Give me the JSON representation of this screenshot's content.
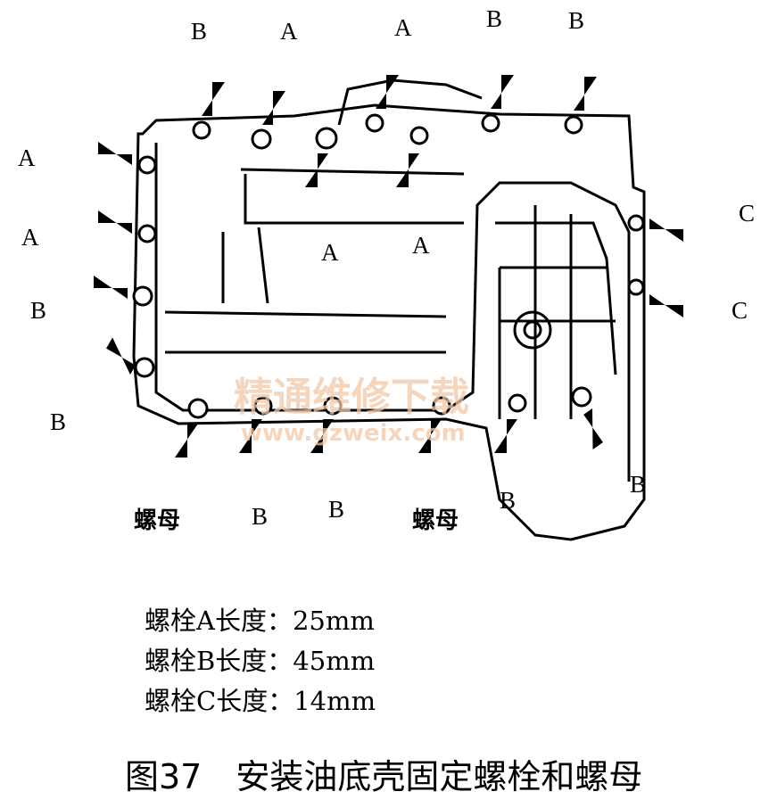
{
  "diagram": {
    "labels": {
      "top": [
        "B",
        "A",
        "A",
        "B",
        "B"
      ],
      "left": [
        "A",
        "A",
        "B",
        "B"
      ],
      "right": [
        "C",
        "C"
      ],
      "inner": [
        "A",
        "A"
      ],
      "bottom": [
        "螺母",
        "B",
        "B",
        "螺母",
        "B",
        "B"
      ]
    },
    "watermark": {
      "title": "精通维修下载",
      "url": "www.gzweix.com"
    }
  },
  "specs": [
    "螺栓A长度：25mm",
    "螺栓B长度：45mm",
    "螺栓C长度：14mm"
  ],
  "caption": {
    "figure": "图37",
    "title": "安装油底壳固定螺栓和螺母"
  }
}
